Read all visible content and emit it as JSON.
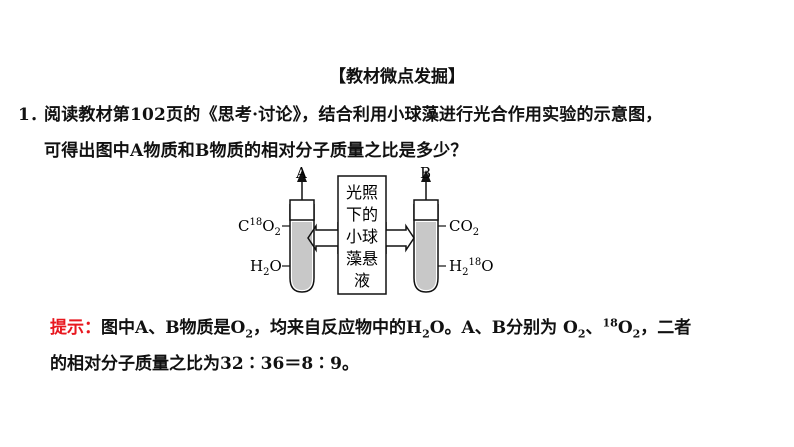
{
  "heading": "【教材微点发掘】",
  "question": {
    "number": "1．",
    "line1": "阅读教材第102页的《思考·讨论》，结合利用小球藻进行光合作用实验的示意图，",
    "line2": "可得出图中A物质和B物质的相对分子质量之比是多少？"
  },
  "diagram": {
    "label_a": "A",
    "label_b": "B",
    "left_top_base": "C",
    "left_top_sup": "18",
    "left_top_o": "O",
    "left_top_sub": "2",
    "left_bottom": "H",
    "left_bottom_sub": "2",
    "left_bottom_o": "O",
    "right_top": "CO",
    "right_top_sub": "2",
    "right_bottom_h": "H",
    "right_bottom_sub": "2",
    "right_bottom_sup": "18",
    "right_bottom_o": "O",
    "center_chars": [
      "光照",
      "下的",
      "小球",
      "藻悬",
      "液"
    ]
  },
  "hint": {
    "label": "提示：",
    "part1": "图中A、B物质是O",
    "sub1": "2",
    "part2": "，均来自反应物中的H",
    "sub2": "2",
    "part3": "O。A、B分别为 O",
    "sub3": "2",
    "part4": "、",
    "sup4": "18",
    "part5": "O",
    "sub5": "2",
    "part6": "，二者",
    "line2": "的相对分子质量之比为32∶36＝8∶9。"
  }
}
